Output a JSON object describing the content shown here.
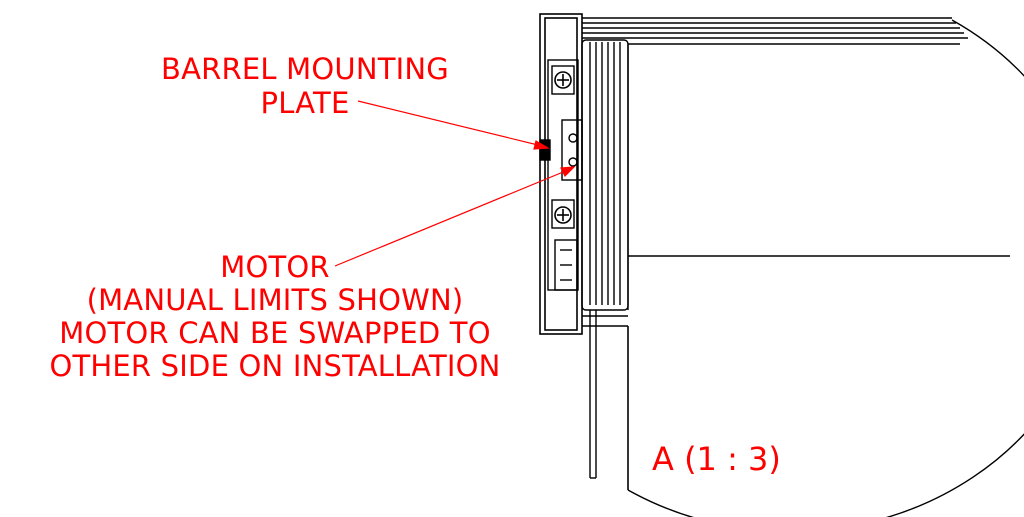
{
  "callouts": {
    "barrel_mounting_plate": [
      "BARREL MOUNTING",
      "PLATE"
    ],
    "motor": [
      "MOTOR",
      "(MANUAL LIMITS SHOWN)",
      "MOTOR CAN BE SWAPPED TO",
      "OTHER SIDE ON INSTALLATION"
    ]
  },
  "detail_label": "A  (1 : 3)",
  "colors": {
    "annotation": "#ff0000",
    "linework": "#000000",
    "background": "#ffffff"
  }
}
